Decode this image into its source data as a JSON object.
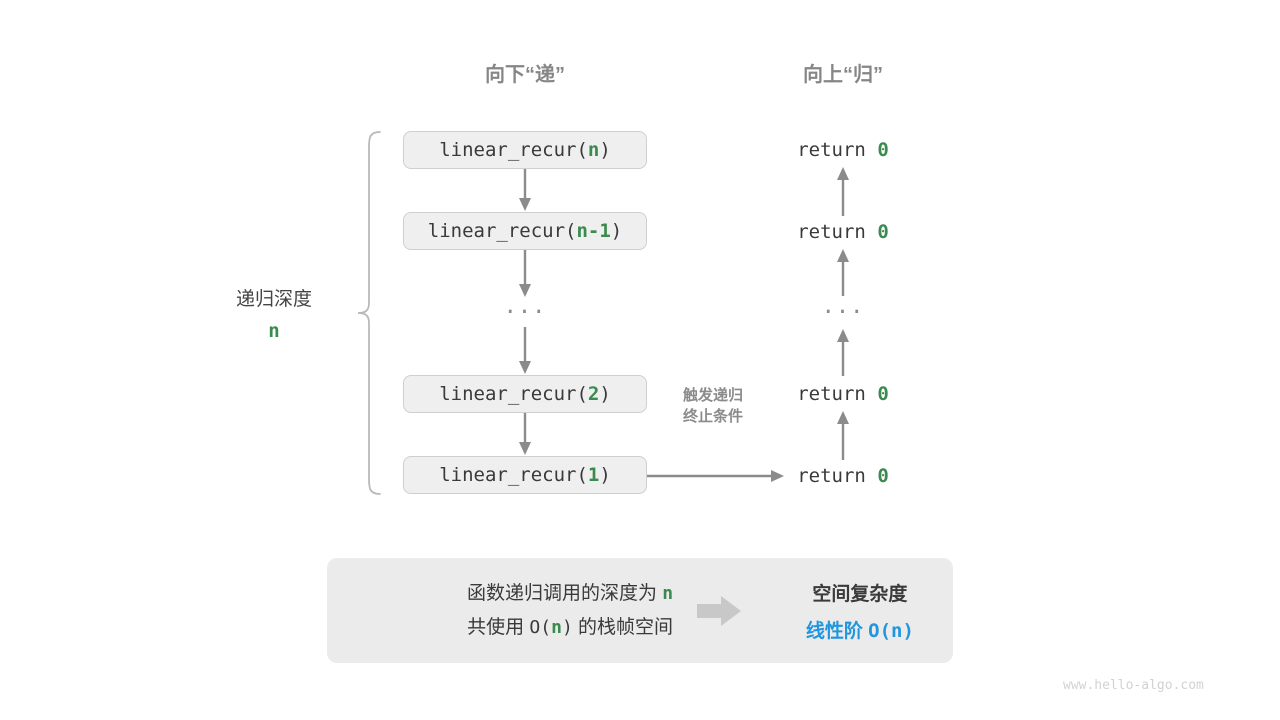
{
  "diagram": {
    "title_hidden": "",
    "colors": {
      "accent_green": "#3b8a4e",
      "accent_blue": "#2196de",
      "box_fill": "#efefef",
      "box_border": "#cfcfcf",
      "arrow_gray": "#8b8b8b",
      "text_dark": "#3a3a3a",
      "panel_fill": "#ebebeb",
      "header_gray": "#868686"
    },
    "headers": {
      "down": "向下“递”",
      "up": "向上“归”"
    },
    "depth_label": {
      "text": "递归深度",
      "value": "n"
    },
    "call_stack": [
      {
        "name": "linear_recur",
        "prefix": "linear_recur(",
        "arg": "n",
        "suffix": ")"
      },
      {
        "name": "linear_recur",
        "prefix": "linear_recur(",
        "arg": "n-1",
        "suffix": ")"
      },
      {
        "ellipsis": "···"
      },
      {
        "name": "linear_recur",
        "prefix": "linear_recur(",
        "arg": "2",
        "suffix": ")"
      },
      {
        "name": "linear_recur",
        "prefix": "linear_recur(",
        "arg": "1",
        "suffix": ")"
      }
    ],
    "returns": [
      {
        "keyword": "return",
        "value": "0"
      },
      {
        "keyword": "return",
        "value": "0"
      },
      {
        "ellipsis": "···"
      },
      {
        "keyword": "return",
        "value": "0"
      },
      {
        "keyword": "return",
        "value": "0"
      }
    ],
    "trigger_note": {
      "line1": "触发递归",
      "line2": "终止条件"
    },
    "summary": {
      "left_line1_pre": "函数递归调用的深度为 ",
      "left_line1_value": "n",
      "left_line2_pre": "共使用 ",
      "left_line2_big_o_open": "O(",
      "left_line2_value": "n",
      "left_line2_big_o_close": ")",
      "left_line2_post": " 的栈帧空间",
      "arrow_icon": "right-block-arrow-icon",
      "right_title": "空间复杂度",
      "right_value_text": "线性阶 ",
      "right_value_notation": "O(n)"
    },
    "watermark": "www.hello-algo.com"
  }
}
